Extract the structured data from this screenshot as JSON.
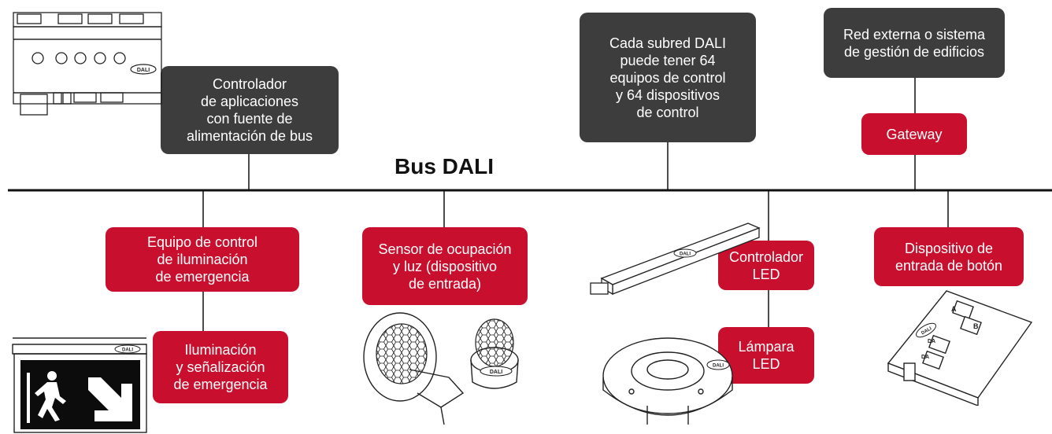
{
  "bus": {
    "label": "Bus DALI"
  },
  "colors": {
    "dark_box": "#3d3d3d",
    "red_box": "#c8102e",
    "line": "#111111"
  },
  "boxes": {
    "application_controller": "Controlador\nde aplicaciones\ncon fuente de\nalimentación de bus",
    "subnet_info": "Cada subred DALI\npuede tener 64\nequipos de control\ny 64 dispositivos\nde control",
    "external_network": "Red externa o sistema\nde gestión de edificios",
    "gateway": "Gateway",
    "emergency_control_gear": "Equipo de control\nde iluminación\nde emergencia",
    "emergency_lighting": "Iluminación\ny señalización\nde emergencia",
    "occupancy_sensor": "Sensor de ocupación\ny luz (dispositivo\nde entrada)",
    "led_controller": "Controlador\nLED",
    "led_lamp": "Lámpara\nLED",
    "push_button_device": "Dispositivo de\nentrada de botón"
  },
  "device_badges": {
    "din_module": "DALI",
    "exit_sign": "DALI",
    "sensor": "DALI",
    "driver": "DALI",
    "lamp": "DALI",
    "button": "DALI",
    "button_letters": [
      "A",
      "B",
      "DA",
      "DA"
    ]
  }
}
